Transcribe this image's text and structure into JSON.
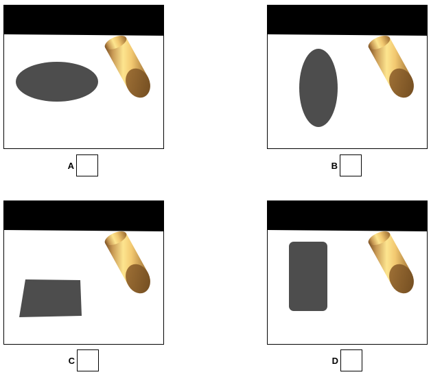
{
  "colors": {
    "sky": "#000000",
    "ground": "#ffffff",
    "shadow": "#4d4d4d",
    "cylinder_light": "#fde58f",
    "cylinder_mid": "#d6a95a",
    "cylinder_dark": "#8a5e2a",
    "frame": "#000000"
  },
  "icons": {
    "cylinder": "cylinder-icon",
    "shadow": "shadow-shape"
  },
  "options": [
    {
      "label": "A",
      "shadow_shape": "horizontal-ellipse",
      "answer": ""
    },
    {
      "label": "B",
      "shadow_shape": "vertical-ellipse",
      "answer": ""
    },
    {
      "label": "C",
      "shadow_shape": "quadrilateral",
      "answer": ""
    },
    {
      "label": "D",
      "shadow_shape": "rounded-rectangle",
      "answer": ""
    }
  ]
}
